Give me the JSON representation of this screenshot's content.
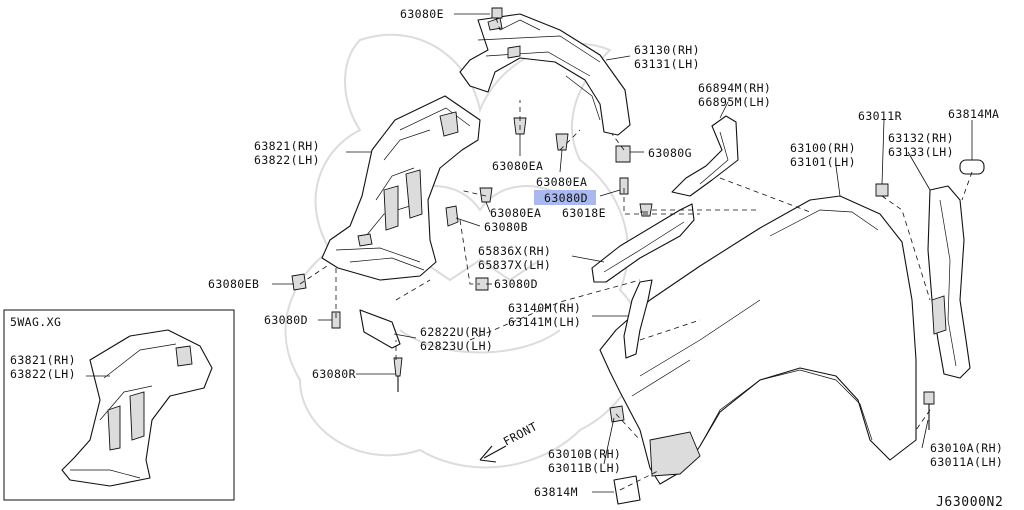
{
  "diagram": {
    "labels": {
      "l_63080E_top": "63080E",
      "l_63130": "63130(RH)",
      "l_63131": "63131(LH)",
      "l_66894M": "66894M(RH)",
      "l_66895M": "66895M(LH)",
      "l_63011R": "63011R",
      "l_63814MA": "63814MA",
      "l_63821": "63821(RH)",
      "l_63822": "63822(LH)",
      "l_63100": "63100(RH)",
      "l_63101": "63101(LH)",
      "l_63132": "63132(RH)",
      "l_63133": "63133(LH)",
      "l_63080G": "63080G",
      "l_63080EA_1": "63080EA",
      "l_63080EA_2": "63080EA",
      "l_63080D_hl": "63080D",
      "l_63080EA_3": "63080EA",
      "l_63018E": "63018E",
      "l_63080B": "63080B",
      "l_65836X": "65836X(RH)",
      "l_65837X": "65837X(LH)",
      "l_63080EB": "63080EB",
      "l_63080D_2": "63080D",
      "l_63140M": "63140M(RH)",
      "l_63141M": "63141M(LH)",
      "l_63080D_3": "63080D",
      "l_62822U": "62822U(RH)",
      "l_62823U": "62823U(LH)",
      "l_63080R": "63080R",
      "l_63010B": "63010B(RH)",
      "l_63011B": "63011B(LH)",
      "l_63010A": "63010A(RH)",
      "l_63011A": "63011A(LH)",
      "l_63814M": "63814M",
      "l_front": "FRONT",
      "l_inset_model": "5WAG.XG",
      "l_inset_63821": "63821(RH)",
      "l_inset_63822": "63822(LH)",
      "l_figure_code": "J63000N2"
    },
    "highlight_color": "#a9b8ee"
  }
}
